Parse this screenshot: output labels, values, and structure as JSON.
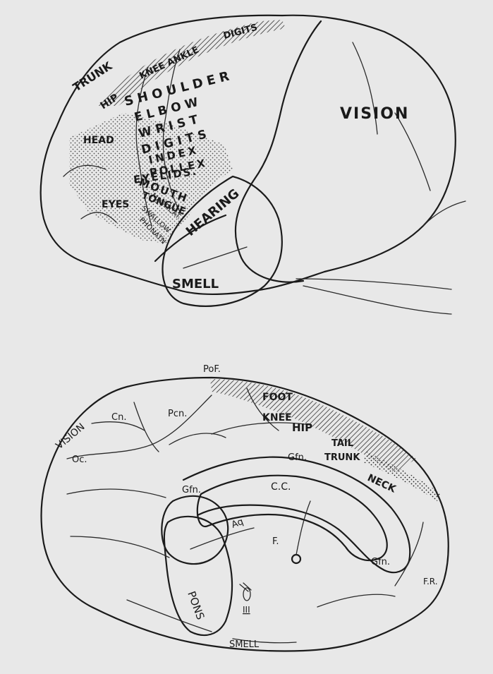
{
  "upper_diagram": {
    "labels": {
      "trunk": "TRUNK",
      "hip": "HIP",
      "knee_ankle": "KNEE ANKLE",
      "digits_top": "DIGITS",
      "shoulder": "SHOULDER",
      "elbow": "ELBOW",
      "wrist": "WRIST",
      "digits": "DIGITS",
      "index": "INDEX",
      "pollex": "POLLEX",
      "head": "HEAD",
      "eyelids": "EYELIDS.",
      "mouth": "MOUTH",
      "tongue": "TONGUE",
      "eyes": "EYES",
      "mastication": "MASTICAT.",
      "swallow": "SWALLOW",
      "phonation": "PHONATN",
      "vision": "VISION",
      "hearing": "HEARING",
      "smell": "SMELL"
    }
  },
  "lower_diagram": {
    "labels": {
      "pof": "PoF.",
      "foot": "FOOT",
      "knee": "KNEE",
      "hip": "HIP",
      "tail": "TAIL",
      "trunk": "TRUNK",
      "neck": "NECK",
      "vision": "VISION",
      "cn": "Cn.",
      "pcn": "Pcn.",
      "oc": "Oc.",
      "gfn_upper": "Gfn.",
      "gfn_mid": "Gfn.",
      "gfn_right": "Gfn.",
      "cc": "C.C.",
      "aq": "Aq",
      "f": "F.",
      "pons": "PONS",
      "iii": "III",
      "fr": "F.R.",
      "smell": "SMELL"
    }
  },
  "colors": {
    "background": "#e8e8e8",
    "ink": "#1b1b1b"
  }
}
